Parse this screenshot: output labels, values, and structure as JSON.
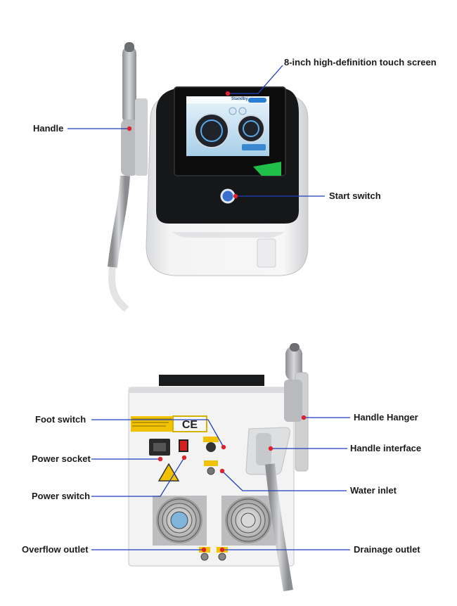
{
  "front_view": {
    "labels": {
      "screen": "8-inch high-definition touch screen",
      "handle": "Handle",
      "start_switch": "Start switch"
    },
    "screen_ui": {
      "status_text": "Standby"
    }
  },
  "back_view": {
    "labels": {
      "foot_switch": "Foot switch",
      "power_socket": "Power socket",
      "power_switch": "Power switch",
      "overflow_outlet": "Overflow outlet",
      "handle_hanger": "Handle Hanger",
      "handle_interface": "Handle interface",
      "water_inlet": "Water inlet",
      "drainage_outlet": "Drainage outlet"
    },
    "ce_mark": "CE"
  },
  "colors": {
    "leader_line": "#1f3fbf",
    "marker_dot": "#e0202a",
    "warning_yellow": "#f2c200",
    "screen_accent": "#2a7fd6",
    "green_badge": "#1fbf4a"
  }
}
